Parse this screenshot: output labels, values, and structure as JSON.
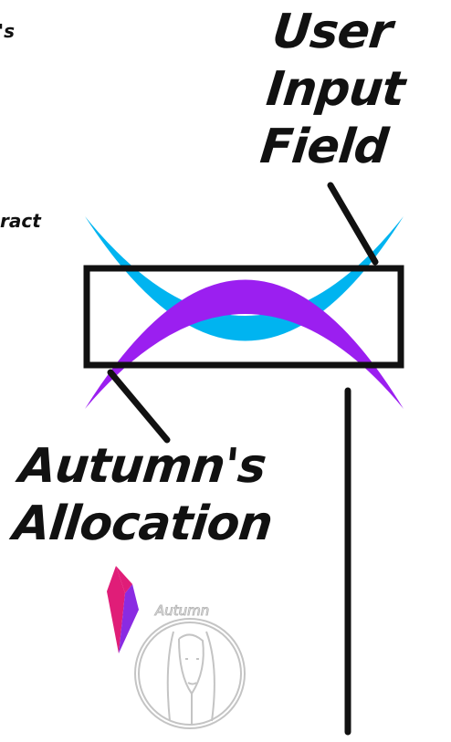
{
  "labels": {
    "user_input_field": [
      "User",
      "Input",
      "Field"
    ],
    "autumns_allocation": [
      "Autumn's",
      "Allocation"
    ],
    "cut_off_top": "'s",
    "cut_off_middle": "ract"
  },
  "watermark": {
    "text": "Autumn",
    "icon": "crystal-icon",
    "portrait": "portrait-medallion"
  },
  "colors": {
    "cyan_arc": "#00b4f0",
    "purple_arc": "#9b1ff0",
    "box_stroke": "#111111",
    "crystal_pink": "#e01d78",
    "crystal_purple": "#8a2be2"
  }
}
